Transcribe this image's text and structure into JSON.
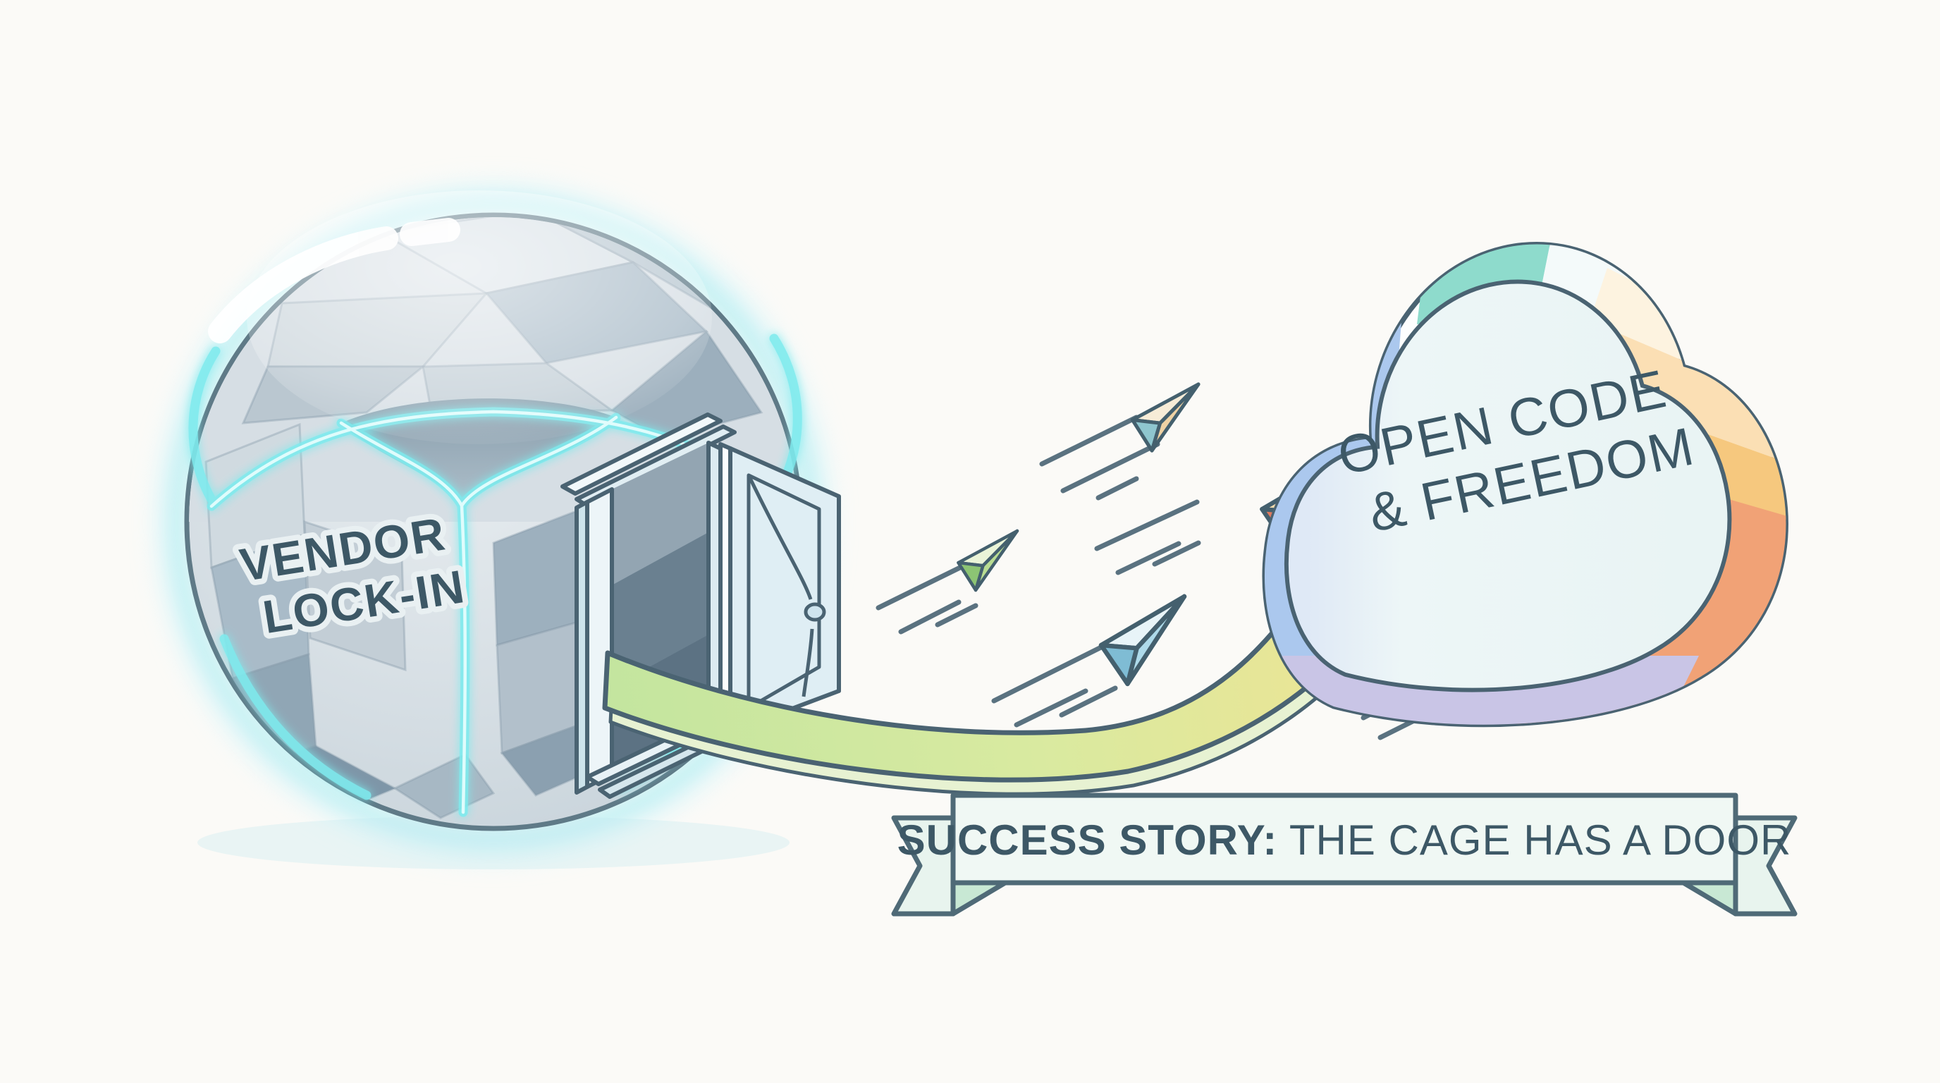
{
  "illustration": {
    "sphere": {
      "label_line1": "VENDOR",
      "label_line2": "LOCK-IN"
    },
    "cloud": {
      "label_line1": "OPEN CODE",
      "label_line2": "& FREEDOM"
    },
    "banner": {
      "bold_text": "SUCCESS STORY:",
      "regular_text": " THE CAGE HAS A DOOR"
    }
  },
  "colors": {
    "background": "#fbfaf7",
    "outline": "#4a6372",
    "glow_cyan": "#7eebee",
    "sphere_base": "#c9d4db",
    "door_interior": "#8296a6",
    "ribbon_green": "#c3e59f",
    "ribbon_mid": "#d9eaa0",
    "ribbon_yellow": "#f1e391",
    "arrow_fill": "#f5e28d",
    "arrow_side": "#aed89a",
    "cloud_face": "#edf6f7",
    "cloud_blue": "#abc8ee",
    "cloud_teal": "#8edbcc",
    "cloud_cream": "#fdf3e0",
    "cloud_peach": "#fbdfb4",
    "cloud_amber": "#f6c87e",
    "cloud_orange": "#f1a276",
    "cloud_lavender": "#c9c5e6",
    "banner_fill": "#f0f8f4",
    "banner_fold": "#c8e8d4",
    "text_dark": "#3d5866"
  }
}
